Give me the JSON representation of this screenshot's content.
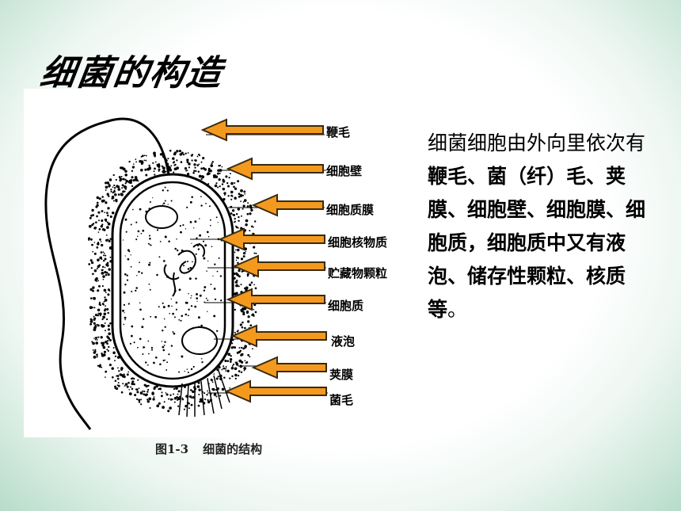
{
  "slide": {
    "title": "细菌的构造"
  },
  "figure": {
    "labels": [
      "鞭毛",
      "细胞壁",
      "细胞质膜",
      "细胞核物质",
      "贮藏物颗粒",
      "细胞质",
      "液泡",
      "荚膜",
      "菌毛"
    ],
    "caption_number": "图1-3",
    "caption_text": "细菌的结构",
    "arrow_color": "#f39a1e"
  },
  "description": {
    "lead": "细菌细胞由外向里依次有",
    "body": "鞭毛、菌（纤）毛、荚膜、细胞壁、细胞膜、细胞质，细胞质中又有液泡、储存性颗粒、核质等",
    "end": "。"
  }
}
